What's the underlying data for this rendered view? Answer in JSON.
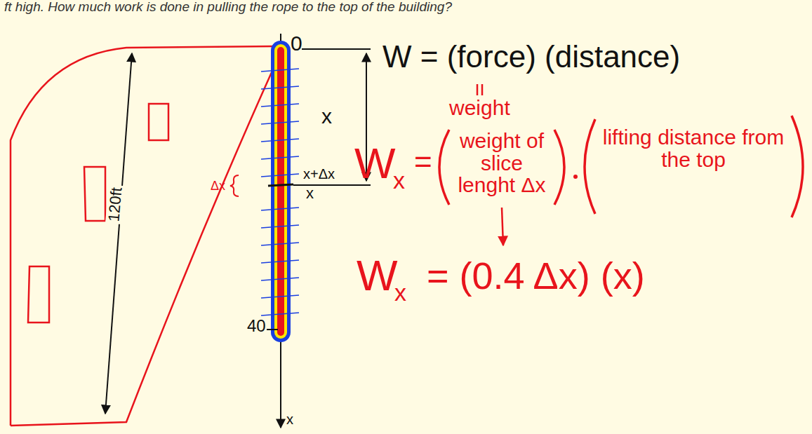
{
  "diagram": {
    "labels": [
      "ft high. How much work is done in pulling the rope to the top of the building?",
      "0",
      "x",
      "120ft",
      "x+Δx",
      "Δx",
      "x",
      "40",
      "x",
      "W = (force) (distance)",
      "weight",
      "W",
      "x",
      "=",
      "weight of slice lenght Δx",
      "lifting distance from the top",
      "W",
      "x",
      "= (0.4 Δx) (x)"
    ]
  }
}
